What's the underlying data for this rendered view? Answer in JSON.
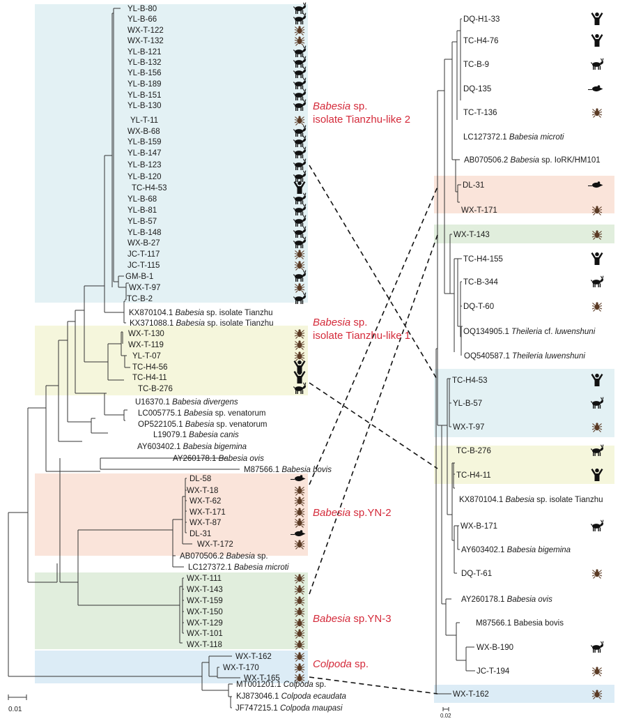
{
  "colors": {
    "clade_blue": "#e3f1f4",
    "clade_yellow": "#f5f6dc",
    "clade_pink": "#fae4da",
    "clade_green": "#e1eedd",
    "clade_lightblue": "#dcecf6",
    "label_red": "#d42a3a",
    "tick": "#5a3a24",
    "host_black": "#111111"
  },
  "left_tree": {
    "scale_label": "0.01",
    "clade_labels": [
      {
        "line1": "Babesia",
        "line1_rest": " sp.",
        "line2": "isolate Tianzhu-like 2"
      },
      {
        "line1": "Babesia",
        "line1_rest": " sp.",
        "line2": "isolate Tianzhu-like 1"
      },
      {
        "line1": "Babesia",
        "line1_rest": " sp.YN-2",
        "line2": ""
      },
      {
        "line1": "Babesia",
        "line1_rest": " sp.YN-3",
        "line2": ""
      },
      {
        "line1": "Colpoda",
        "line1_rest": " sp.",
        "line2": ""
      }
    ],
    "taxa": [
      {
        "id": "YL-B-80",
        "italic": "",
        "rest": "",
        "icon": "goat-icon"
      },
      {
        "id": "YL-B-66",
        "italic": "",
        "rest": "",
        "icon": "goat-icon"
      },
      {
        "id": "WX-T-122",
        "italic": "",
        "rest": "",
        "icon": "tick-icon"
      },
      {
        "id": "WX-T-132",
        "italic": "",
        "rest": "",
        "icon": "tick-icon"
      },
      {
        "id": "YL-B-121",
        "italic": "",
        "rest": "",
        "icon": "goat-icon"
      },
      {
        "id": "YL-B-132",
        "italic": "",
        "rest": "",
        "icon": "goat-icon"
      },
      {
        "id": "YL-B-156",
        "italic": "",
        "rest": "",
        "icon": "goat-icon"
      },
      {
        "id": "YL-B-189",
        "italic": "",
        "rest": "",
        "icon": "goat-icon"
      },
      {
        "id": "YL-B-151",
        "italic": "",
        "rest": "",
        "icon": "goat-icon"
      },
      {
        "id": "YL-B-130",
        "italic": "",
        "rest": "",
        "icon": "goat-icon"
      },
      {
        "id": "YL-T-11",
        "italic": "",
        "rest": "",
        "icon": "tick-icon"
      },
      {
        "id": "WX-B-68",
        "italic": "",
        "rest": "",
        "icon": "goat-icon"
      },
      {
        "id": "YL-B-159",
        "italic": "",
        "rest": "",
        "icon": "goat-icon"
      },
      {
        "id": "YL-B-147",
        "italic": "",
        "rest": "",
        "icon": "goat-icon"
      },
      {
        "id": "YL-B-123",
        "italic": "",
        "rest": "",
        "icon": "goat-icon"
      },
      {
        "id": "YL-B-120",
        "italic": "",
        "rest": "",
        "icon": "goat-icon"
      },
      {
        "id": "TC-H4-53",
        "italic": "",
        "rest": "",
        "icon": "human-icon"
      },
      {
        "id": "YL-B-68",
        "italic": "",
        "rest": "",
        "icon": "goat-icon"
      },
      {
        "id": "YL-B-81",
        "italic": "",
        "rest": "",
        "icon": "goat-icon"
      },
      {
        "id": "YL-B-57",
        "italic": "",
        "rest": "",
        "icon": "goat-icon"
      },
      {
        "id": "YL-B-148",
        "italic": "",
        "rest": "",
        "icon": "goat-icon"
      },
      {
        "id": "WX-B-27",
        "italic": "",
        "rest": "",
        "icon": "goat-icon"
      },
      {
        "id": "JC-T-117",
        "italic": "",
        "rest": "",
        "icon": "tick-icon"
      },
      {
        "id": "JC-T-115",
        "italic": "",
        "rest": "",
        "icon": "tick-icon"
      },
      {
        "id": "GM-B-1",
        "italic": "",
        "rest": "",
        "icon": "goat-icon"
      },
      {
        "id": "WX-T-97",
        "italic": "",
        "rest": "",
        "icon": "tick-icon"
      },
      {
        "id": "TC-B-2",
        "italic": "",
        "rest": "",
        "icon": "goat-icon"
      },
      {
        "id": "KX870104.1",
        "italic": "Babesia",
        "rest": " sp. isolate Tianzhu",
        "icon": ""
      },
      {
        "id": "KX371088.1",
        "italic": "Babesia",
        "rest": " sp. isolate Tianzhu",
        "icon": ""
      },
      {
        "id": "WX-T-130",
        "italic": "",
        "rest": "",
        "icon": "tick-icon"
      },
      {
        "id": "WX-T-119",
        "italic": "",
        "rest": "",
        "icon": "tick-icon"
      },
      {
        "id": "YL-T-07",
        "italic": "",
        "rest": "",
        "icon": "tick-icon"
      },
      {
        "id": "TC-H4-56",
        "italic": "",
        "rest": "",
        "icon": "human-icon"
      },
      {
        "id": "TC-H4-11",
        "italic": "",
        "rest": "",
        "icon": "human-icon"
      },
      {
        "id": "TC-B-276",
        "italic": "",
        "rest": "",
        "icon": "goat-icon"
      },
      {
        "id": "U16370.1",
        "italic": "Babesia divergens",
        "rest": "",
        "icon": ""
      },
      {
        "id": "LC005775.1",
        "italic": "Babesia",
        "rest": " sp. venatorum",
        "icon": ""
      },
      {
        "id": "OP522105.1",
        "italic": "Babesia",
        "rest": " sp. venatorum",
        "icon": ""
      },
      {
        "id": "L19079.1",
        "italic": "Babesia canis",
        "rest": "",
        "icon": ""
      },
      {
        "id": "AY603402.1",
        "italic": "Babesia bigemina",
        "rest": "",
        "icon": ""
      },
      {
        "id": "AY260178.1",
        "italic": "Babesia ovis",
        "rest": "",
        "icon": ""
      },
      {
        "id": "M87566.1",
        "italic": "Babesia bovis",
        "rest": "",
        "icon": ""
      },
      {
        "id": "DL-58",
        "italic": "",
        "rest": "",
        "icon": "rodent-icon"
      },
      {
        "id": "WX-T-18",
        "italic": "",
        "rest": "",
        "icon": "tick-icon"
      },
      {
        "id": "WX-T-62",
        "italic": "",
        "rest": "",
        "icon": "tick-icon"
      },
      {
        "id": "WX-T-171",
        "italic": "",
        "rest": "",
        "icon": "tick-icon"
      },
      {
        "id": "WX-T-87",
        "italic": "",
        "rest": "",
        "icon": "tick-icon"
      },
      {
        "id": "DL-31",
        "italic": "",
        "rest": "",
        "icon": "rodent-icon"
      },
      {
        "id": "WX-T-172",
        "italic": "",
        "rest": "",
        "icon": "tick-icon"
      },
      {
        "id": "AB070506.2",
        "italic": "Babesia",
        "rest": " sp.",
        "icon": ""
      },
      {
        "id": "LC127372.1",
        "italic": "Babesia microti",
        "rest": "",
        "icon": ""
      },
      {
        "id": "WX-T-111",
        "italic": "",
        "rest": "",
        "icon": "tick-icon"
      },
      {
        "id": "WX-T-143",
        "italic": "",
        "rest": "",
        "icon": "tick-icon"
      },
      {
        "id": "WX-T-159",
        "italic": "",
        "rest": "",
        "icon": "tick-icon"
      },
      {
        "id": "WX-T-150",
        "italic": "",
        "rest": "",
        "icon": "tick-icon"
      },
      {
        "id": "WX-T-129",
        "italic": "",
        "rest": "",
        "icon": "tick-icon"
      },
      {
        "id": "WX-T-101",
        "italic": "",
        "rest": "",
        "icon": "tick-icon"
      },
      {
        "id": "WX-T-118",
        "italic": "",
        "rest": "",
        "icon": "tick-icon"
      },
      {
        "id": "WX-T-162",
        "italic": "",
        "rest": "",
        "icon": "tick-icon"
      },
      {
        "id": "WX-T-170",
        "italic": "",
        "rest": "",
        "icon": "tick-icon"
      },
      {
        "id": "WX-T-165",
        "italic": "",
        "rest": "",
        "icon": "tick-icon"
      },
      {
        "id": "MT001201.1",
        "italic": "Colpoda",
        "rest": " sp.",
        "icon": ""
      },
      {
        "id": "KJ873046.1",
        "italic": "Colpoda ecaudata",
        "rest": "",
        "icon": ""
      },
      {
        "id": "JF747215.1",
        "italic": "Colpoda maupasi",
        "rest": "",
        "icon": ""
      }
    ]
  },
  "right_tree": {
    "scale_label": "0.02",
    "taxa": [
      {
        "id": "DQ-H1-33",
        "italic": "",
        "rest": "",
        "icon": "human-icon"
      },
      {
        "id": "TC-H4-76",
        "italic": "",
        "rest": "",
        "icon": "human-icon"
      },
      {
        "id": "TC-B-9",
        "italic": "",
        "rest": "",
        "icon": "goat-icon"
      },
      {
        "id": "DQ-135",
        "italic": "",
        "rest": "",
        "icon": "rodent-icon"
      },
      {
        "id": "TC-T-136",
        "italic": "",
        "rest": "",
        "icon": "tick-icon"
      },
      {
        "id": "LC127372.1",
        "italic": "Babesia microti",
        "rest": "",
        "icon": ""
      },
      {
        "id": "AB070506.2",
        "italic": "Babesia",
        "rest": " sp. IoRK/HM101",
        "icon": ""
      },
      {
        "id": "DL-31",
        "italic": "",
        "rest": "",
        "icon": "rodent-icon"
      },
      {
        "id": "WX-T-171",
        "italic": "",
        "rest": "",
        "icon": "tick-icon"
      },
      {
        "id": "WX-T-143",
        "italic": "",
        "rest": "",
        "icon": "tick-icon"
      },
      {
        "id": "TC-H4-155",
        "italic": "",
        "rest": "",
        "icon": "human-icon"
      },
      {
        "id": "TC-B-344",
        "italic": "",
        "rest": "",
        "icon": "goat-icon"
      },
      {
        "id": "DQ-T-60",
        "italic": "",
        "rest": "",
        "icon": "tick-icon"
      },
      {
        "id": "OQ134905.1",
        "italic": "Theileria",
        "rest": " cf. ",
        "italic2": "luwenshuni",
        "icon": ""
      },
      {
        "id": "OQ540587.1",
        "italic": "Theileria luwenshuni",
        "rest": "",
        "icon": ""
      },
      {
        "id": "TC-H4-53",
        "italic": "",
        "rest": "",
        "icon": "human-icon"
      },
      {
        "id": "YL-B-57",
        "italic": "",
        "rest": "",
        "icon": "goat-icon"
      },
      {
        "id": "WX-T-97",
        "italic": "",
        "rest": "",
        "icon": "tick-icon"
      },
      {
        "id": "TC-B-276",
        "italic": "",
        "rest": "",
        "icon": "goat-icon"
      },
      {
        "id": "TC-H4-11",
        "italic": "",
        "rest": "",
        "icon": "human-icon"
      },
      {
        "id": "KX870104.1",
        "italic": "Babesia",
        "rest": " sp. isolate Tianzhu",
        "icon": ""
      },
      {
        "id": "WX-B-171",
        "italic": "",
        "rest": "",
        "icon": "goat-icon"
      },
      {
        "id": "AY603402.1",
        "italic": "Babesia bigemina",
        "rest": "",
        "icon": ""
      },
      {
        "id": "DQ-T-61",
        "italic": "",
        "rest": "",
        "icon": "tick-icon"
      },
      {
        "id": "AY260178.1",
        "italic": "Babesia ovis",
        "rest": "",
        "icon": ""
      },
      {
        "id": "M87566.1",
        "italic": "",
        "rest": " Babesia bovis",
        "icon": ""
      },
      {
        "id": "WX-B-190",
        "italic": "",
        "rest": "",
        "icon": "goat-icon"
      },
      {
        "id": "JC-T-194",
        "italic": "",
        "rest": "",
        "icon": "tick-icon"
      },
      {
        "id": "WX-T-162",
        "italic": "",
        "rest": "",
        "icon": "tick-icon"
      }
    ]
  }
}
